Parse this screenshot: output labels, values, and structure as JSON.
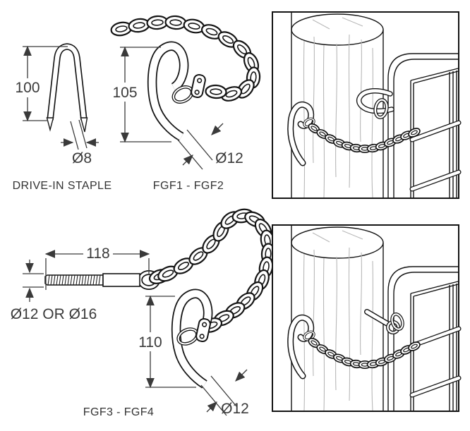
{
  "colors": {
    "background": "#ffffff",
    "line": "#141414",
    "dimension": "#3a3a3a",
    "grain": "#b8b8b8"
  },
  "products": {
    "staple": {
      "name_label": "DRIVE-IN STAPLE",
      "height": "100",
      "diameter": "Ø8"
    },
    "fgf1_fgf2": {
      "name_label": "FGF1 - FGF2",
      "height": "105",
      "diameter": "Ø12"
    },
    "eye_bolt": {
      "length": "118",
      "diameter": "Ø12 OR Ø16"
    },
    "fgf3_fgf4": {
      "name_label": "FGF3 - FGF4",
      "height": "110",
      "diameter": "Ø12"
    }
  }
}
